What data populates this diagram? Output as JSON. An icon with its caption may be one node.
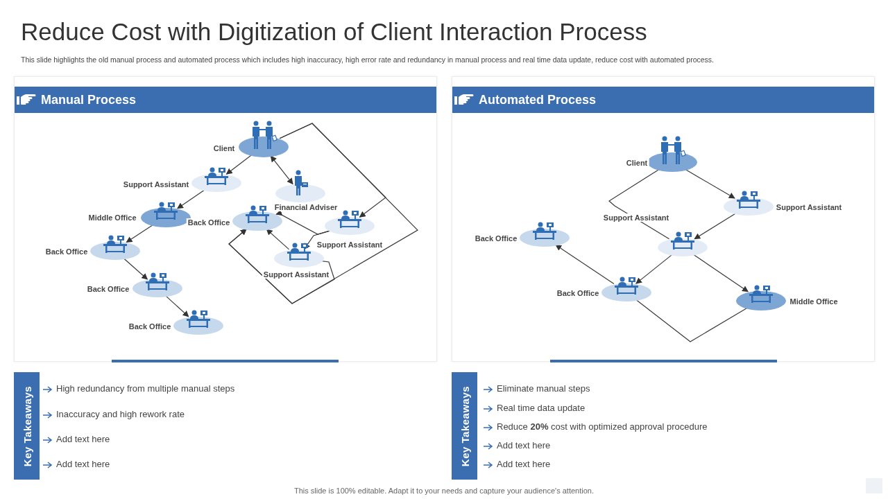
{
  "diagram": {
    "title": "Reduce Cost with Digitization of Client Interaction Process",
    "caption": "This slide is 100% editable. Adapt it to your needs and capture your audience's attention.",
    "nodes": [
      {
        "text": [
          "Manual Process"
        ]
      },
      {
        "text": [
          "Client"
        ],
        "in": 0
      },
      {
        "text": [
          "Support Assistant"
        ],
        "in": 0
      },
      {
        "text": [
          "Middle Office"
        ],
        "in": 0
      },
      {
        "text": [
          "Back Office"
        ],
        "in": 0
      },
      {
        "text": [
          "Back Office"
        ],
        "in": 0
      },
      {
        "text": [
          "Back Office"
        ],
        "in": 0
      },
      {
        "text": [
          "Financial Adviser"
        ],
        "in": 0
      },
      {
        "text": [
          "Back Office"
        ],
        "in": 0
      },
      {
        "text": [
          "Support Assistant"
        ],
        "in": 0
      },
      {
        "text": [
          "Support Assistant"
        ],
        "in": 0
      },
      {
        "text": [
          "Automated Process"
        ]
      },
      {
        "text": [
          "Client"
        ],
        "in": 11
      },
      {
        "text": [
          "Support Assistant"
        ],
        "in": 11
      },
      {
        "text": [
          "Support Assistant"
        ],
        "in": 11
      },
      {
        "text": [
          "Back Office"
        ],
        "in": 11
      },
      {
        "text": [
          "Back Office"
        ],
        "in": 11
      },
      {
        "text": [
          "Middle Office"
        ],
        "in": 11
      },
      {
        "text": [
          "Key Takeaways"
        ]
      },
      {
        "text": [
          "Key Takeaways"
        ]
      }
    ],
    "edges": [
      {
        "from": 1,
        "to": 2,
        "arrow": "to"
      },
      {
        "from": 2,
        "to": 3,
        "arrow": "to"
      },
      {
        "from": 3,
        "to": 4,
        "arrow": "to"
      },
      {
        "from": 4,
        "to": 5,
        "arrow": "to"
      },
      {
        "from": 5,
        "to": 6,
        "arrow": "to"
      },
      {
        "from": 1,
        "to": 7,
        "arrow": "both"
      },
      {
        "from": 1,
        "to": 9,
        "arrow": "to"
      },
      {
        "from": 1,
        "to": 8,
        "arrow": "to"
      },
      {
        "from": 9,
        "to": 10,
        "arrow": "to"
      },
      {
        "from": 10,
        "to": 8,
        "arrow": "to"
      },
      {
        "from": 9,
        "to": 8,
        "arrow": "to"
      },
      {
        "from": 10,
        "to": 8,
        "arrow": "to"
      },
      {
        "from": 12,
        "to": 13,
        "arrow": "to"
      },
      {
        "from": 13,
        "to": 14,
        "arrow": "to"
      },
      {
        "from": 14,
        "to": 16,
        "arrow": "to"
      },
      {
        "from": 14,
        "to": 17,
        "arrow": "to"
      },
      {
        "from": 16,
        "to": 15,
        "arrow": "to"
      },
      {
        "from": 16,
        "to": 17,
        "arrow": "none"
      },
      {
        "from": 12,
        "to": 14,
        "arrow": "none"
      }
    ],
    "labels": [
      "This slide highlights the old manual process and automated process which includes high inaccuracy, high error rate and redundancy in manual process and real time data update, reduce cost with automated process.",
      "High redundancy from multiple manual steps",
      "Inaccuracy and high rework rate",
      "Add text here",
      "Add text here",
      "Eliminate manual steps",
      "Real time data update",
      "Reduce **20%** cost with optimized approval procedure",
      "Add text here",
      "Add text here"
    ]
  }
}
